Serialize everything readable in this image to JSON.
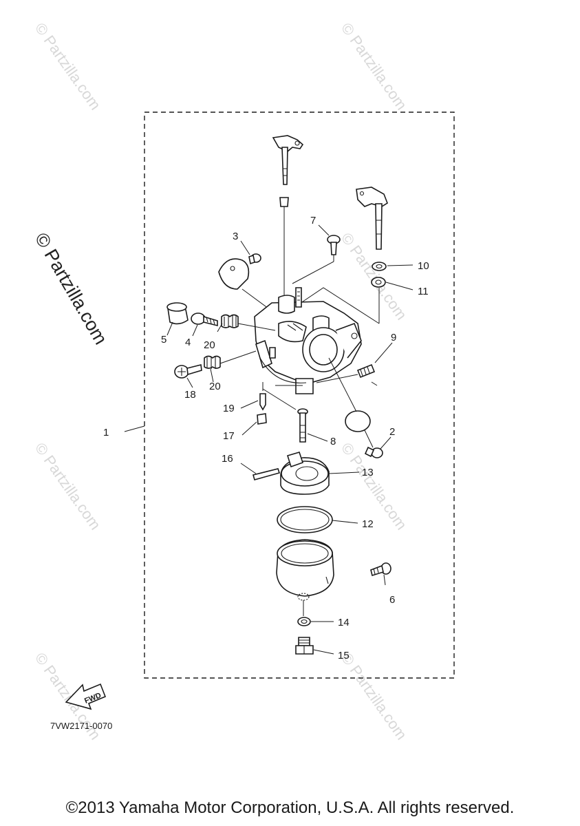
{
  "diagram": {
    "watermark": "© Partzilla.com",
    "side_watermark": "© Partzilla.com",
    "drawing_code": "7VW2171-0070",
    "fwd_label": "FWD",
    "callouts": {
      "c1": "1",
      "c2": "2",
      "c3": "3",
      "c4": "4",
      "c5": "5",
      "c6": "6",
      "c7": "7",
      "c8": "8",
      "c9": "9",
      "c10": "10",
      "c11": "11",
      "c12": "12",
      "c13": "13",
      "c14": "14",
      "c15": "15",
      "c16": "16",
      "c17": "17",
      "c18": "18",
      "c19": "19",
      "c20a": "20",
      "c20b": "20"
    }
  },
  "footer": {
    "copyright": "©2013 Yamaha Motor Corporation, U.S.A. All rights reserved."
  }
}
